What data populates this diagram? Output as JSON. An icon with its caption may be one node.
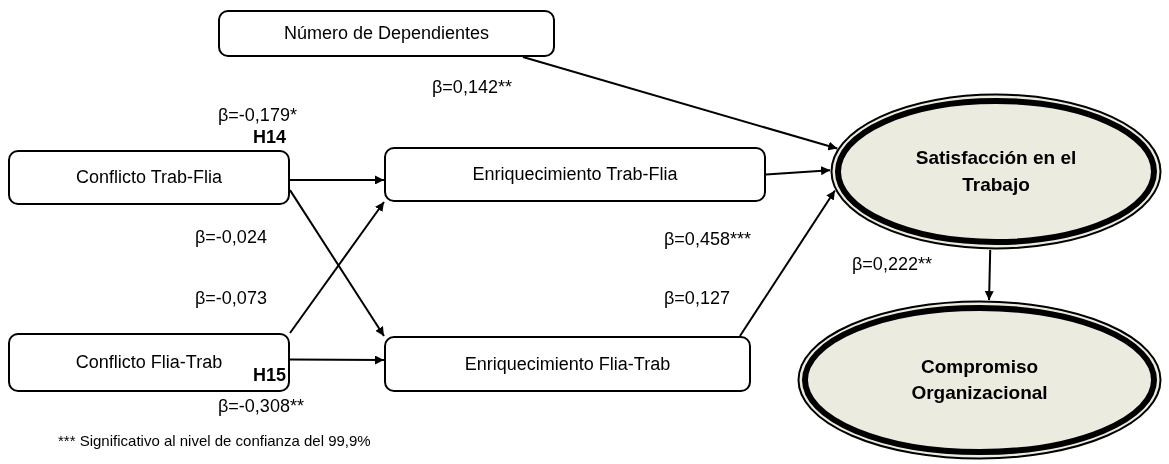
{
  "diagram": {
    "nodes": [
      {
        "text": [
          "Número de Dependientes"
        ]
      },
      {
        "text": [
          "Conflicto Trab-Flia"
        ]
      },
      {
        "text": [
          "Enriquecimiento Trab-Flia"
        ]
      },
      {
        "text": [
          "Satisfacción en el Trabajo"
        ]
      },
      {
        "text": [
          "Conflicto Flia-Trab"
        ]
      },
      {
        "text": [
          "Enriquecimiento Flia-Trab"
        ]
      },
      {
        "text": [
          "Compromiso Organizacional"
        ]
      }
    ],
    "edges": [
      {
        "from": 0,
        "to": 3,
        "arrow": "to",
        "label": "β=0,142**"
      },
      {
        "from": 1,
        "to": 2,
        "arrow": "to",
        "label": "β=-0,179*"
      },
      {
        "from": 1,
        "to": 5,
        "arrow": "to",
        "label": "β=-0,024"
      },
      {
        "from": 4,
        "to": 2,
        "arrow": "to",
        "label": "β=-0,073"
      },
      {
        "from": 4,
        "to": 5,
        "arrow": "to",
        "label": "β=-0,308**"
      },
      {
        "from": 2,
        "to": 3,
        "arrow": "to",
        "label": "β=0,458***"
      },
      {
        "from": 5,
        "to": 3,
        "arrow": "to",
        "label": "β=0,127"
      },
      {
        "from": 3,
        "to": 6,
        "arrow": "to",
        "label": "β=0,222**"
      }
    ],
    "labels": [
      "H14",
      "H15",
      "*** Significativo al nivel de confianza del 99,9%"
    ]
  }
}
